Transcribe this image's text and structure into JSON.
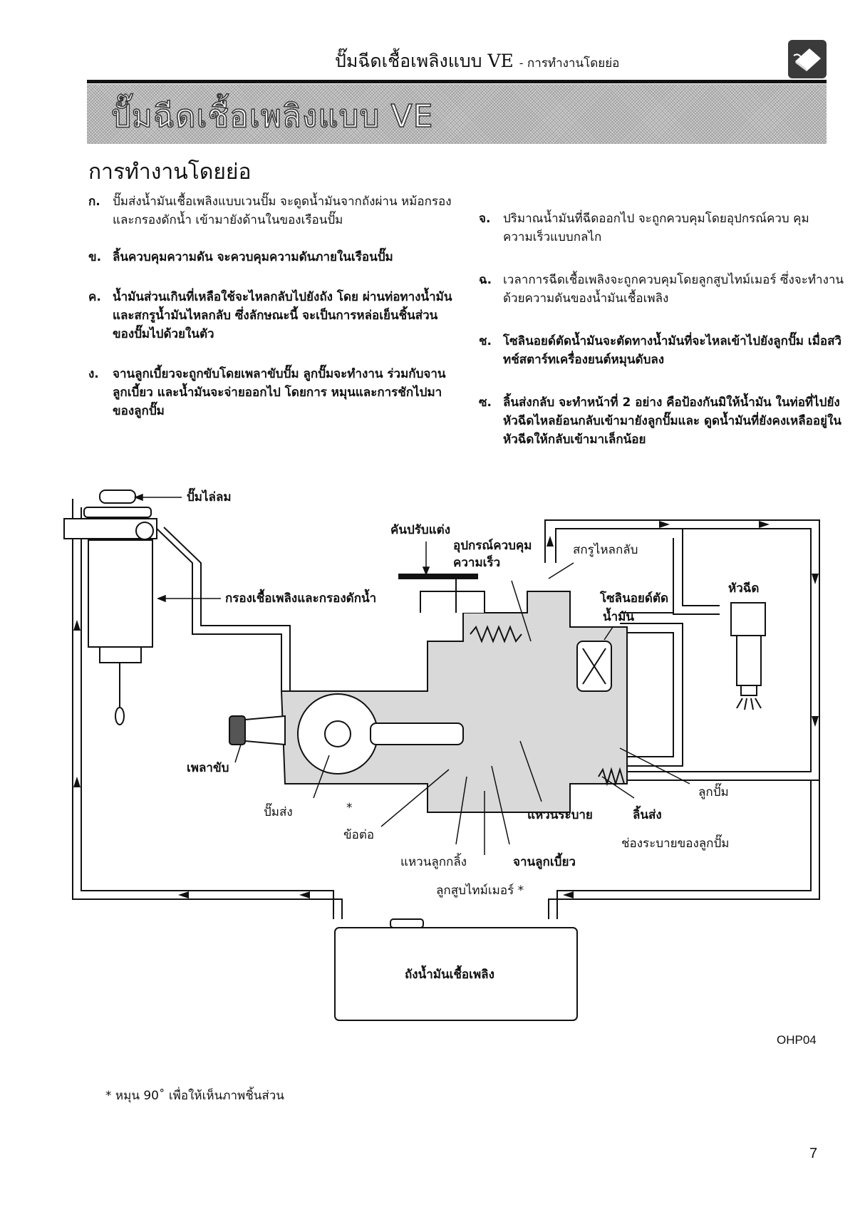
{
  "header": {
    "running_title": "ปั๊มฉีดเชื้อเพลิงแบบ VE",
    "running_subtitle": "- การทำงานโดยย่อ",
    "icon": "book-icon"
  },
  "title_band": "ปั๊มฉีดเชื้อเพลิงแบบ VE",
  "section_title": "การทำงานโดยย่อ",
  "left_items": [
    {
      "marker": "ก.",
      "text": "ปั๊มส่งน้ำมันเชื้อเพลิงแบบเวนปั๊ม จะดูดน้ำมันจากถังผ่าน หม้อกรอง และกรองดักน้ำ เข้ามายังด้านในของเรือนปั๊ม"
    },
    {
      "marker": "ข.",
      "text": "ลิ้นควบคุมความดัน จะควบคุมความดันภายในเรือนปั๊ม"
    },
    {
      "marker": "ค.",
      "text": "น้ำมันส่วนเกินที่เหลือใช้จะไหลกลับไปยังถัง โดย ผ่านท่อทางน้ำมันและสกรูน้ำมันไหลกลับ ซึ่งลักษณะนี้ จะเป็นการหล่อเย็นชิ้นส่วนของปั๊มไปด้วยในตัว"
    },
    {
      "marker": "ง.",
      "text": "จานลูกเบี้ยวจะถูกขับโดยเพลาขับปั๊ม ลูกปั๊มจะทำงาน ร่วมกับจานลูกเบี้ยว และน้ำมันจะจ่ายออกไป โดยการ หมุนและการชักไปมาของลูกปั๊ม"
    }
  ],
  "right_items": [
    {
      "marker": "จ.",
      "text": "ปริมาณน้ำมันที่ฉีดออกไป จะถูกควบคุมโดยอุปกรณ์ควบ คุมความเร็วแบบกลไก"
    },
    {
      "marker": "ฉ.",
      "text": "เวลาการฉีดเชื้อเพลิงจะถูกควบคุมโดยลูกสูบไทม์เมอร์ ซึ่งจะทำงานด้วยความดันของน้ำมันเชื้อเพลิง"
    },
    {
      "marker": "ช.",
      "text": "โซลินอยด์ตัดน้ำมันจะตัดทางน้ำมันที่จะไหลเข้าไปยังลูกปั๊ม เมื่อสวิทช์สตาร์ทเครื่องยนต์หมุนดับลง"
    },
    {
      "marker": "ซ.",
      "text": "ลิ้นส่งกลับ จะทำหน้าที่ 2 อย่าง คือป้องกันมิให้น้ำมัน ในท่อที่ไปยังหัวฉีดไหลย้อนกลับเข้ามายังลูกปั๊มและ ดูดน้ำมันที่ยังคงเหลืออยู่ในหัวฉีดให้กลับเข้ามาเล็กน้อย"
    }
  ],
  "diagram": {
    "labels": {
      "priming_pump": "ปั๊มไล่ลม",
      "filter": "กรองเชื้อเพลิงและกรองดักน้ำ",
      "adjusting_lever": "คันปรับแต่ง",
      "governor_1": "อุปกรณ์ควบคุม",
      "governor_2": "ความเร็ว",
      "overflow_screw": "สกรูไหลกลับ",
      "cut_solenoid_1": "โซลินอยด์ตัด",
      "cut_solenoid_2": "น้ำมัน",
      "nozzle": "หัวฉีด",
      "drive_shaft": "เพลาขับ",
      "feed_pump": "ปั๊มส่ง",
      "coupling": "ข้อต่อ",
      "roller_ring": "แหวนลูกกลิ้ง",
      "cam_plate": "จานลูกเบี้ยว",
      "spill_ring": "แหวนระบาย",
      "plunger": "ลูกปั๊ม",
      "delivery_valve": "ลิ้นส่ง",
      "plunger_spill_port": "ช่องระบายของลูกปั๊ม",
      "timer_piston": "ลูกสูบไทม์เมอร์ *",
      "fuel_tank": "ถังน้ำมันเชื้อเพลิง",
      "star_mark": "*"
    }
  },
  "footnote": "* หมุน 90˚ เพื่อให้เห็นภาพชิ้นส่วน",
  "figure_code": "OHP04",
  "page_number": "7"
}
